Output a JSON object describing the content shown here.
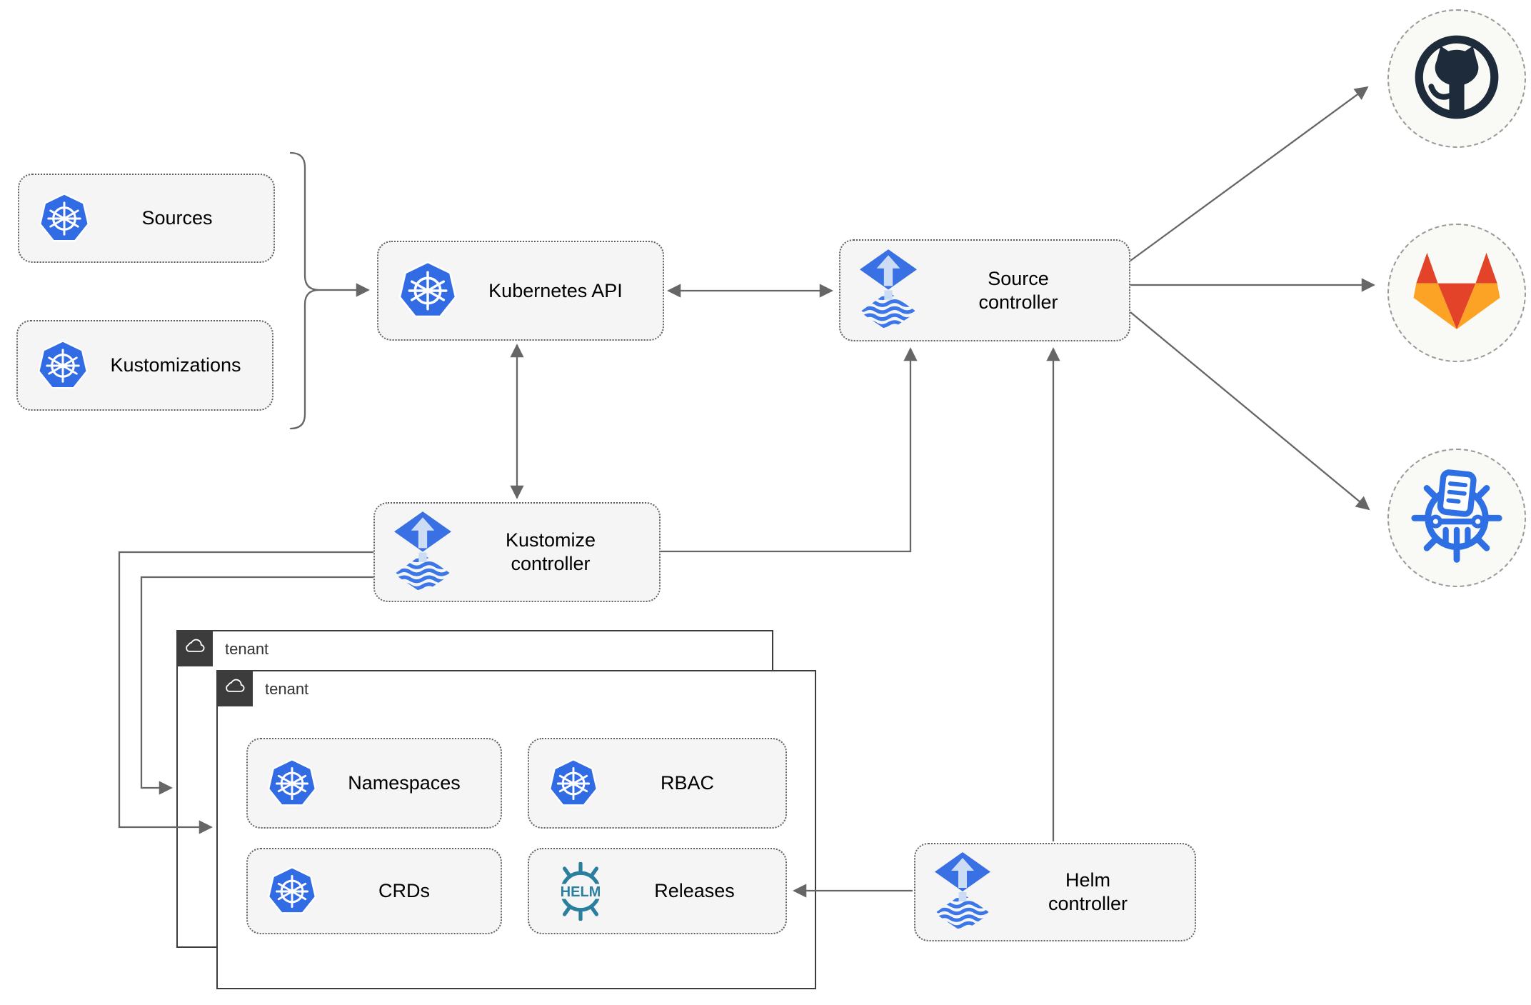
{
  "nodes": {
    "sources": {
      "label": "Sources",
      "icon": "kubernetes-icon"
    },
    "kustomizations": {
      "label": "Kustomizations",
      "icon": "kubernetes-icon"
    },
    "kubernetes_api": {
      "label": "Kubernetes API",
      "icon": "kubernetes-icon"
    },
    "source_controller": {
      "label": "Source\ncontroller",
      "icon": "flux-icon"
    },
    "kustomize_controller": {
      "label": "Kustomize\ncontroller",
      "icon": "flux-icon"
    },
    "helm_controller": {
      "label": "Helm\ncontroller",
      "icon": "flux-icon"
    },
    "tenant_outer": {
      "label": "tenant",
      "icon": "cloud-icon"
    },
    "tenant_inner": {
      "label": "tenant",
      "icon": "cloud-icon"
    },
    "namespaces": {
      "label": "Namespaces",
      "icon": "kubernetes-icon"
    },
    "rbac": {
      "label": "RBAC",
      "icon": "kubernetes-icon"
    },
    "crds": {
      "label": "CRDs",
      "icon": "kubernetes-icon"
    },
    "releases": {
      "label": "Releases",
      "icon": "helm-icon",
      "logo_text": "HELM"
    }
  },
  "external_targets": {
    "github": {
      "icon": "github-icon"
    },
    "gitlab": {
      "icon": "gitlab-icon"
    },
    "chartmuseum": {
      "icon": "chartmuseum-icon"
    }
  },
  "colors": {
    "node_fill": "#f5f5f5",
    "node_border": "#606060",
    "edge": "#666666",
    "tenant_border": "#3c3c3c",
    "tenant_badge": "#3c3c3c",
    "kubernetes_blue": "#326ce5",
    "flux_blue": "#3970e4",
    "flux_arrow_light": "#ccdcf5",
    "helm_teal": "#2b7f9e",
    "github_dark": "#1d2b3a",
    "gitlab_red_orange": "#e24329",
    "gitlab_light_orange": "#fca326",
    "chartmuseum_blue": "#2f6fe4",
    "external_circle_fill": "#f9f9f6",
    "external_circle_border": "#9a9a9a"
  }
}
